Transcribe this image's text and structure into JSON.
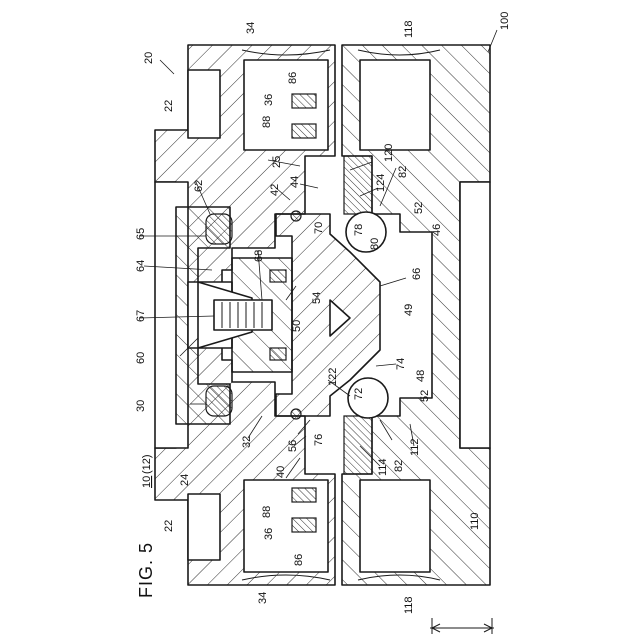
{
  "figure_title": "FIG. 5",
  "labels": {
    "l20": "20",
    "l100": "100",
    "l22a": "22",
    "l22b": "22",
    "l34a": "34",
    "l34b": "34",
    "l36a": "36",
    "l36b": "36",
    "l86a": "86",
    "l86b": "86",
    "l88a": "88",
    "l88b": "88",
    "l118a": "118",
    "l118b": "118",
    "l25": "25",
    "l42": "42",
    "l44": "44",
    "l62": "62",
    "l120": "120",
    "l124": "124",
    "l82a": "82",
    "l82b": "82",
    "l52a": "52",
    "l52b": "52",
    "l46": "46",
    "l78": "78",
    "l80": "80",
    "l70": "70",
    "l65": "65",
    "l64": "64",
    "l68": "68",
    "l66": "66",
    "l54": "54",
    "l49": "49",
    "l67": "67",
    "l50": "50",
    "l60": "60",
    "l74": "74",
    "l48": "48",
    "l122": "122",
    "l72": "72",
    "l30": "30",
    "l32": "32",
    "l76": "76",
    "l56": "56",
    "l40": "40",
    "l114": "114",
    "l112": "112",
    "l24": "24",
    "l110": "110",
    "l10": "10",
    "l12": "(12)"
  }
}
